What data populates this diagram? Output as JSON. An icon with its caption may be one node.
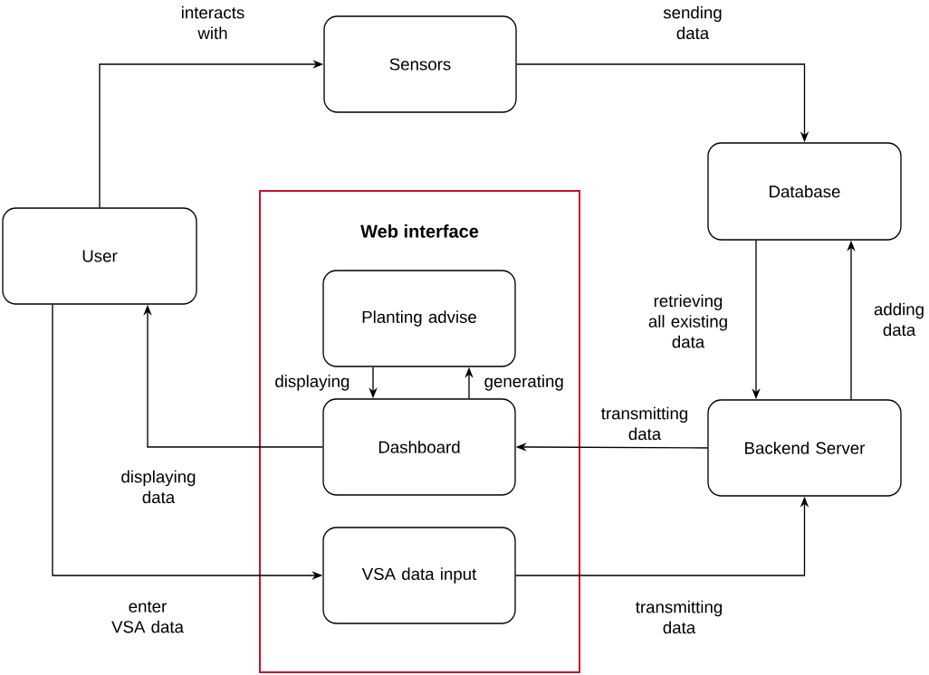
{
  "diagram": {
    "nodes": [
      {
        "text": [
          "User"
        ]
      },
      {
        "text": [
          "Sensors"
        ]
      },
      {
        "text": [
          "Database"
        ]
      },
      {
        "text": [
          "Web interface"
        ]
      },
      {
        "text": [
          "Planting advise"
        ],
        "in": 3
      },
      {
        "text": [
          "Dashboard"
        ],
        "in": 3
      },
      {
        "text": [
          "VSA data input"
        ],
        "in": 3
      },
      {
        "text": [
          "Backend Server"
        ]
      }
    ],
    "edges": [
      {
        "from": 0,
        "to": 1,
        "arrow": "to",
        "label": "interacts with"
      },
      {
        "from": 1,
        "to": 2,
        "arrow": "to",
        "label": "sending data"
      },
      {
        "from": 2,
        "to": 7,
        "arrow": "to",
        "label": "retrieving all existing data"
      },
      {
        "from": 7,
        "to": 2,
        "arrow": "to",
        "label": "adding data"
      },
      {
        "from": 7,
        "to": 5,
        "arrow": "to",
        "label": "transmitting data"
      },
      {
        "from": 5,
        "to": 0,
        "arrow": "to",
        "label": "displaying data"
      },
      {
        "from": 0,
        "to": 6,
        "arrow": "to",
        "label": "enter VSA data"
      },
      {
        "from": 6,
        "to": 7,
        "arrow": "to",
        "label": "transmitting data"
      },
      {
        "from": 4,
        "to": 5,
        "arrow": "to",
        "label": "displaying"
      },
      {
        "from": 5,
        "to": 4,
        "arrow": "to",
        "label": "generating"
      }
    ]
  }
}
